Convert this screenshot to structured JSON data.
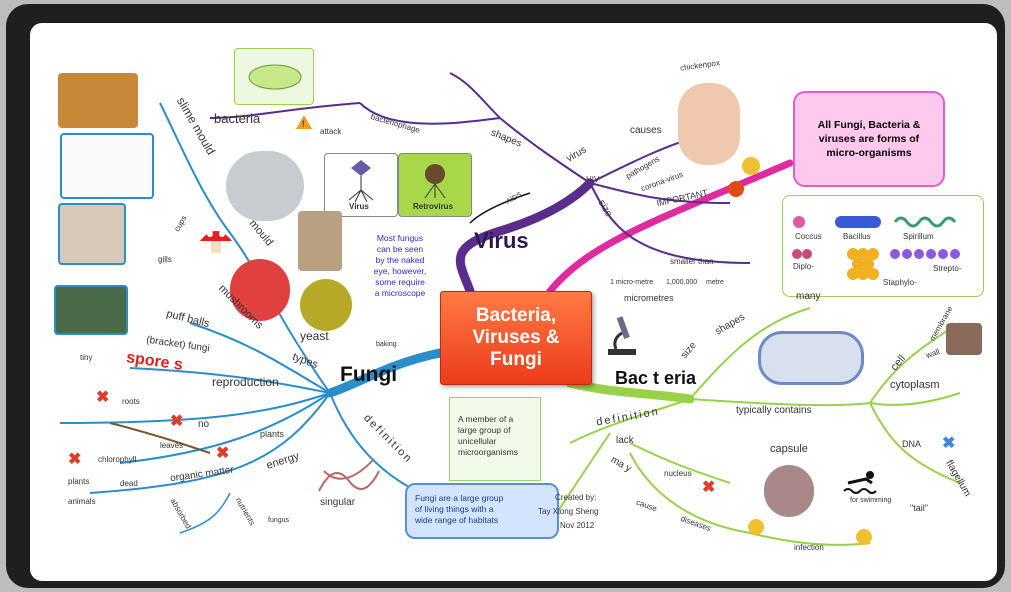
{
  "title": "Bacteria,\nViruses &\nFungi",
  "branches": {
    "virus": "Virus",
    "bacteria": "Bac t eria",
    "fungi": "Fungi"
  },
  "callouts": {
    "pink_note": "All Fungi, Bacteria &\nviruses are forms of\nmicro-organisms",
    "fungus_eye_note": "Most fungus\ncan be seen\nby the naked\neye, however,\nsome require\na microscope",
    "bacteria_definition": "A member of a\nlarge group of\nunicellular\nmicroorganisms",
    "fungi_definition": "Fungi are a large group\nof living things with a\nwide range of habitats",
    "credit_by": "Created by:",
    "credit_name": "Tay Xiong Sheng",
    "credit_date": "Nov 2012"
  },
  "labels": {
    "bacteria": "bacteria",
    "attack": "attack",
    "bacteriophage": "bacteriophage",
    "shapes_v": "shapes",
    "virus_small": "virus",
    "causes": "causes",
    "chickenpox": "chickenpox",
    "hiv": "HIV",
    "aids": "AIDS",
    "pathogens": "pathogens",
    "coronavirus": "corona-virus",
    "important": "IMPORTANT",
    "size": "size",
    "smaller_than": "smaller than",
    "micrometres": "micrometres",
    "one_micro": "1 micro-metre",
    "metre": "metre",
    "thousand": "1,000,000",
    "shapes_b": "shapes",
    "many": "many",
    "size_b": "size",
    "coccus": "Coccus",
    "bacillus": "Bacillus",
    "spirillum": "Spirillum",
    "diplo": "Diplo-",
    "strepto": "Strepto-",
    "staphylo": "Staphylo-",
    "virus_card": "Virus",
    "retrovirus_card": "Retrovirus",
    "definition_b": "definition",
    "lack": "lack",
    "nucleus": "nucleus",
    "may": "ma y",
    "cause": "cause",
    "diseases": "diseases",
    "infection": "infection",
    "typically_contains": "typically contains",
    "capsule": "capsule",
    "flagellum": "flagellum",
    "tail": "\"tail\"",
    "for_swimming": "for swimming",
    "cell": "cell",
    "membrane": "membrane",
    "wall": "wall",
    "cytoplasm": "cytoplasm",
    "dna": "DNA",
    "slime_mould": "slime mould",
    "mould": "mould",
    "cups": "cups",
    "gills": "gills",
    "mushrooms": "mushrooms",
    "puff_balls": "puff balls",
    "bracket_fungi": "(bracket) fungi",
    "yeast": "yeast",
    "baking": "baking",
    "types": "types",
    "tiny": "tiny",
    "spores": "spore s",
    "reproduction": "reproduction",
    "roots": "roots",
    "no": "no",
    "leaves": "leaves",
    "plants": "plants",
    "chlorophyll": "chlorophyll",
    "dead": "dead",
    "organic_matter": "organic matter",
    "energy": "energy",
    "plants2": "plants",
    "animals": "animals",
    "absorbed": "absorbed",
    "nutrients": "nutrients",
    "fungus": "fungus",
    "singular": "singular",
    "definition_f": "definition"
  },
  "colors": {
    "fungi": "#2a8fc8",
    "virus": "#5a2d8c",
    "bacteria_line": "#98d24a",
    "magenta": "#e02aa0",
    "pink_fill": "#ffc8ec",
    "center_fill": "#ff5a2e",
    "warning": "#e24a1a"
  },
  "icons": [
    "warning-icon",
    "thumbs-down-icon",
    "sad-face-icon",
    "cross-icon",
    "microscope-icon",
    "swimmer-icon",
    "mushroom-icon"
  ]
}
